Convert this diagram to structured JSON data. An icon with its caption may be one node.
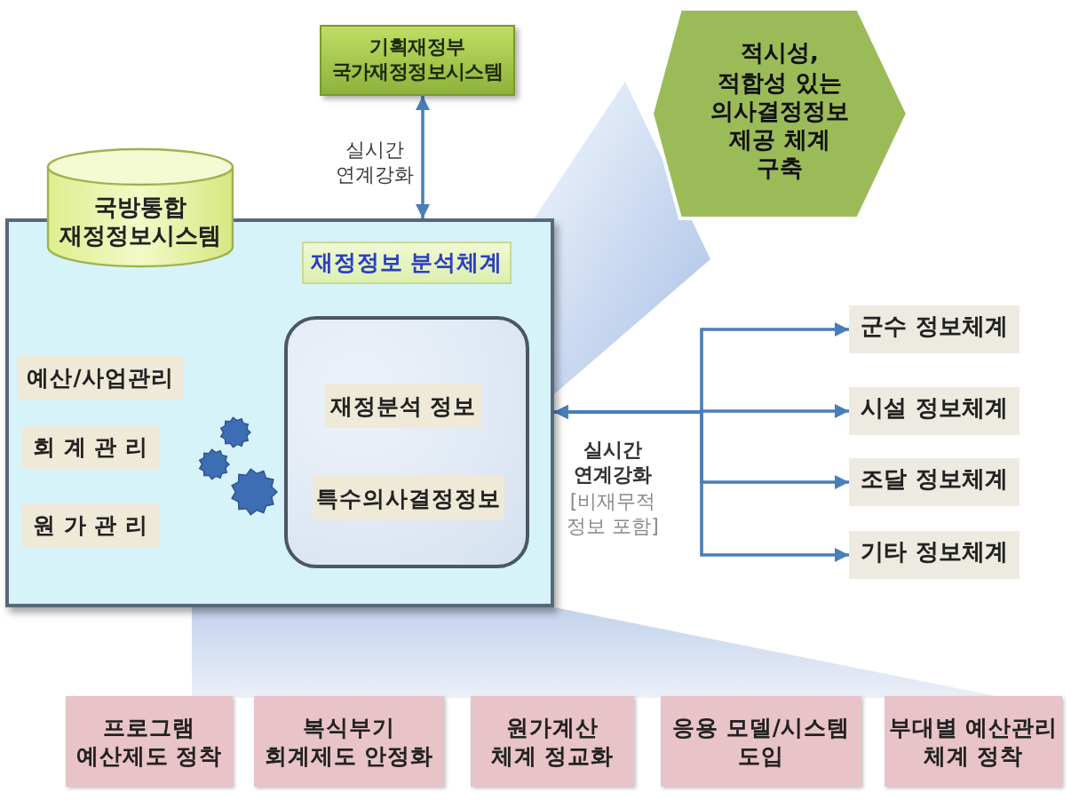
{
  "diagram": {
    "nodes": [
      {
        "text": [
          "기획재정부 국가재정정보시스템"
        ]
      },
      {
        "text": [
          "적시성, 적합성 있는 의사결정정보 제공 체계 구축"
        ]
      },
      {
        "text": [
          "국방통합 재정정보시스템"
        ]
      },
      {
        "text": [],
        "shape": "box"
      },
      {
        "text": [
          "재정정보 분석체계"
        ],
        "in": 3
      },
      {
        "text": [
          "예산/사업관리"
        ],
        "in": 3
      },
      {
        "text": [
          "회 계 관 리"
        ],
        "in": 3
      },
      {
        "text": [
          "원 가 관 리"
        ],
        "in": 3
      },
      {
        "text": [],
        "shape": "box",
        "in": 3
      },
      {
        "text": [
          "재정분석 정보"
        ],
        "in": 8
      },
      {
        "text": [
          "특수의사결정정보"
        ],
        "in": 8
      },
      {
        "text": [
          "군수 정보체계"
        ]
      },
      {
        "text": [
          "시설 정보체계"
        ]
      },
      {
        "text": [
          "조달 정보체계"
        ]
      },
      {
        "text": [
          "기타 정보체계"
        ]
      },
      {
        "text": [
          "프로그램 예산제도 정착"
        ]
      },
      {
        "text": [
          "복식부기 회계제도 안정화"
        ]
      },
      {
        "text": [
          "원가계산 체계 정교화"
        ]
      },
      {
        "text": [
          "응용 모델/시스템 도입"
        ]
      },
      {
        "text": [
          "부대별 예산관리 체계 정착"
        ]
      }
    ],
    "edges": [
      {
        "from": 0,
        "to": 3,
        "arrow": "both",
        "label": "실시간 연계강화"
      },
      {
        "from": 3,
        "to": 11,
        "arrow": "both"
      },
      {
        "from": 3,
        "to": 12,
        "arrow": "both",
        "label": "**실시간 연계강화** [비재무적 정보 포함]"
      },
      {
        "from": 3,
        "to": 13,
        "arrow": "both"
      },
      {
        "from": 3,
        "to": 14,
        "arrow": "both"
      }
    ]
  }
}
